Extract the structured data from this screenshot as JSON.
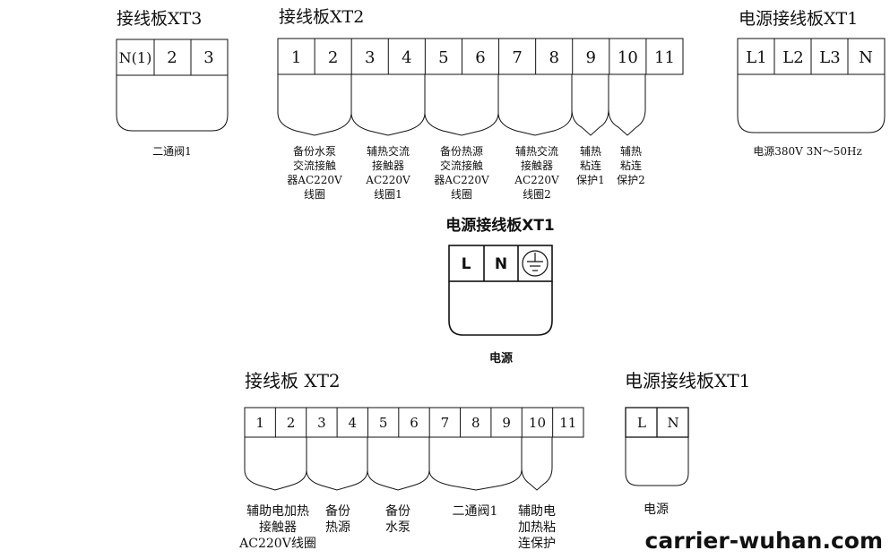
{
  "xt3": {
    "title": "接线板XT3",
    "terminals": [
      "N(1)",
      "2",
      "3"
    ],
    "label": "二通阀1"
  },
  "xt2_top": {
    "title": "接线板XT2",
    "terminals": [
      "1",
      "2",
      "3",
      "4",
      "5",
      "6",
      "7",
      "8",
      "9",
      "10",
      "11"
    ],
    "labels": [
      [
        "备份水泵",
        "交流接触",
        "器AC220V",
        "线圈"
      ],
      [
        "辅热交流",
        "接触器",
        "AC220V",
        "线圈1"
      ],
      [
        "备份热源",
        "交流接触",
        "器AC220V",
        "线圈"
      ],
      [
        "辅热交流",
        "接触器",
        "AC220V",
        "线圈2"
      ],
      [
        "辅热",
        "粘连",
        "保护1"
      ],
      [
        "辅热",
        "粘连",
        "保护2"
      ]
    ]
  },
  "xt1_top": {
    "title": "电源接线板XT1",
    "terminals": [
      "L1",
      "L2",
      "L3",
      "N"
    ],
    "label": "电源380V  3N～50Hz"
  },
  "xt1_mid": {
    "title": "电源接线板XT1",
    "terminals": [
      "L",
      "N"
    ],
    "ground_icon": "ground-icon",
    "label": "电源"
  },
  "xt2_bottom": {
    "title": "接线板 XT2",
    "terminals": [
      "1",
      "2",
      "3",
      "4",
      "5",
      "6",
      "7",
      "8",
      "9",
      "10",
      "11"
    ],
    "labels": [
      [
        "辅助电加热",
        "接触器",
        "AC220V线圈"
      ],
      [
        "备份",
        "热源"
      ],
      [
        "备份",
        "水泵"
      ],
      [
        "二通阀1"
      ],
      [
        "辅助电",
        "加热粘",
        "连保护"
      ]
    ]
  },
  "xt1_bottom": {
    "title": "电源接线板XT1",
    "terminals": [
      "L",
      "N"
    ],
    "label": "电源"
  },
  "watermark": "carrier-wuhan.com"
}
